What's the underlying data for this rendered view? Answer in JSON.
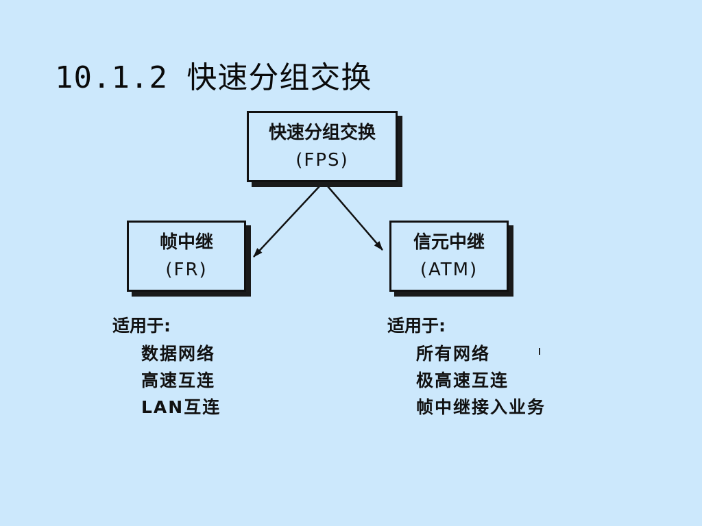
{
  "title": "10.1.2 快速分组交换",
  "diagram": {
    "root": {
      "name": "快速分组交换",
      "abbr": "(FPS)"
    },
    "children": [
      {
        "name": "帧中继",
        "abbr": "(FR)",
        "uses_heading": "适用于:",
        "uses": [
          "数据网络",
          "高速互连",
          "LAN互连"
        ]
      },
      {
        "name": "信元中继",
        "abbr": "(ATM)",
        "uses_heading": "适用于:",
        "uses": [
          "所有网络",
          "极高速互连",
          "帧中继接入业务"
        ]
      }
    ]
  }
}
